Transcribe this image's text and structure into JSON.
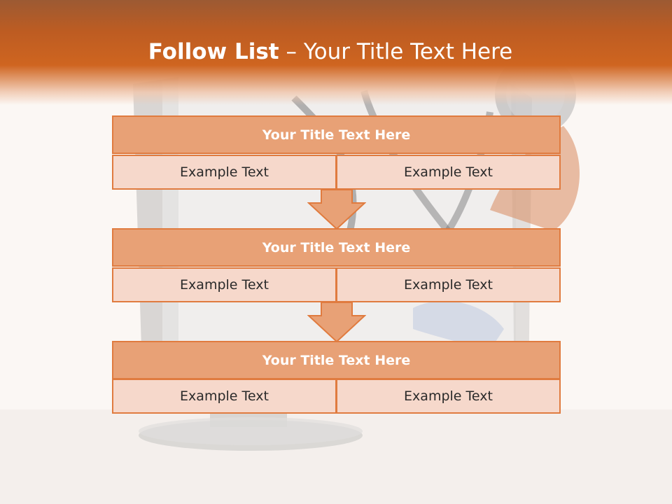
{
  "title": {
    "bold_part": "Follow List",
    "rest": " – Your Title Text Here"
  },
  "steps": [
    {
      "title": "Your Title Text Here",
      "left": "Example Text",
      "right": "Example Text"
    },
    {
      "title": "Your Title Text Here",
      "left": "Example Text",
      "right": "Example Text"
    },
    {
      "title": "Your Title Text Here",
      "left": "Example Text",
      "right": "Example Text"
    }
  ],
  "colors": {
    "header": "#cf6520",
    "box_title": "#e8a176",
    "box_cell": "#f6d8cb",
    "border": "#e07b3f"
  }
}
